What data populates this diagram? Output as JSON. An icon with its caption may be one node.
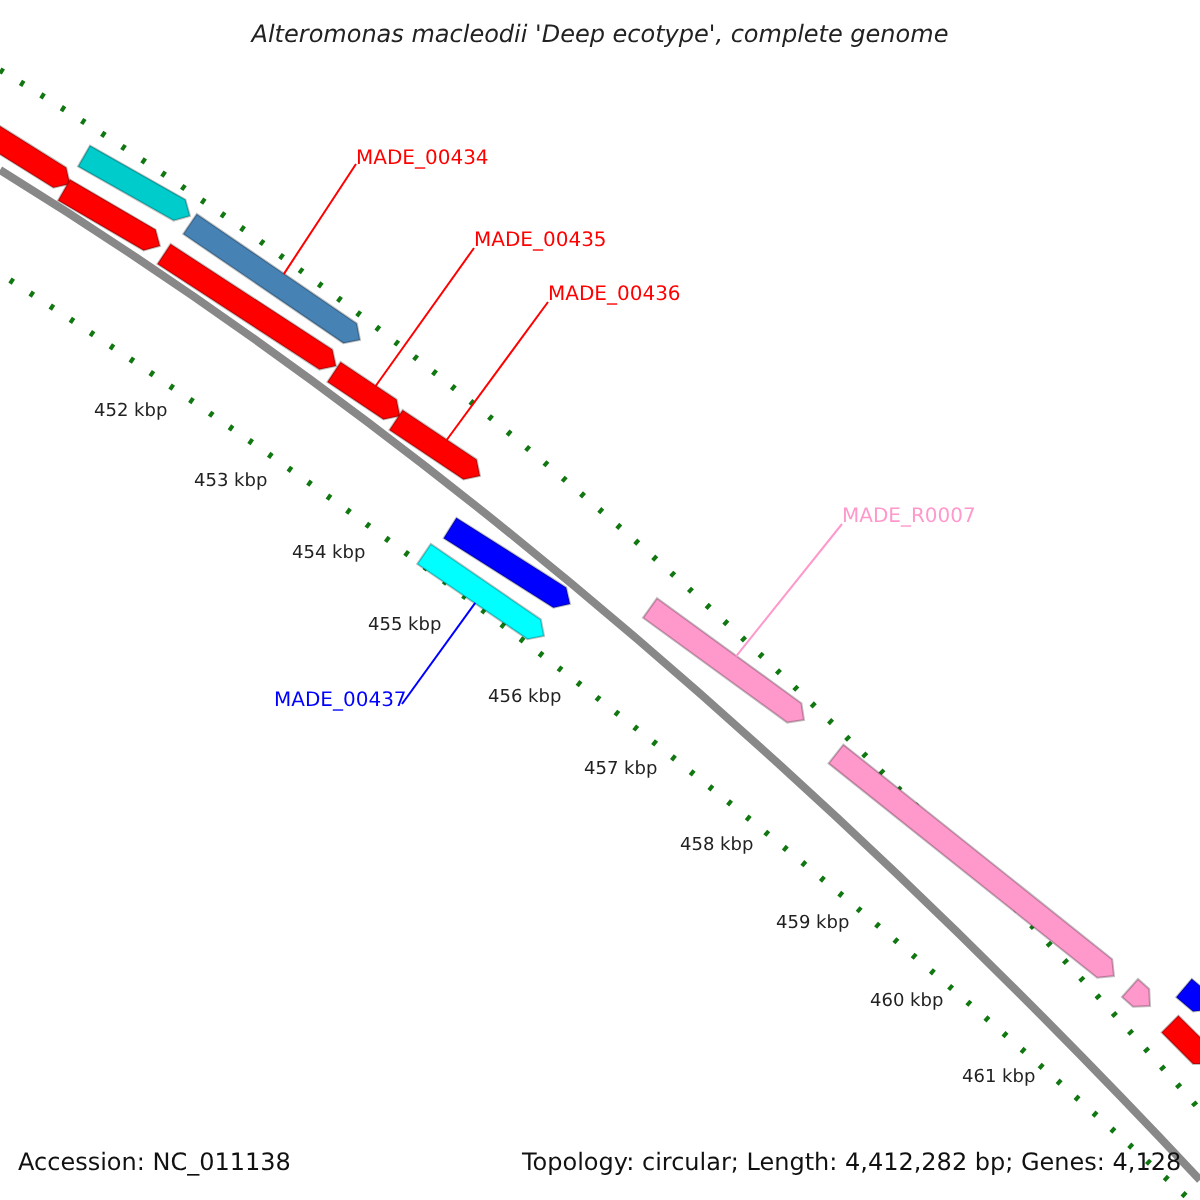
{
  "diagram": {
    "title": "Alteromonas macleodii 'Deep ecotype', complete genome",
    "nodes": [
      {
        "text": [],
        "shape": "bar"
      },
      {
        "text": [],
        "shape": "bar"
      },
      {
        "text": [],
        "shape": "bar"
      },
      {
        "text": [
          "MADE_00434"
        ]
      },
      {
        "text": [],
        "shape": "bar"
      },
      {
        "text": [],
        "shape": "bar"
      },
      {
        "text": [
          "MADE_00435"
        ]
      },
      {
        "text": [],
        "shape": "bar"
      },
      {
        "text": [
          "MADE_00436"
        ]
      },
      {
        "text": [],
        "shape": "bar"
      },
      {
        "text": [],
        "shape": "bar"
      },
      {
        "text": [
          "MADE_00437"
        ]
      },
      {
        "text": [],
        "shape": "bar"
      },
      {
        "text": [
          "MADE_R0007"
        ]
      },
      {
        "text": [],
        "shape": "bar"
      },
      {
        "text": [],
        "shape": "bar"
      },
      {
        "text": [],
        "shape": "bar"
      },
      {
        "text": [],
        "shape": "bar"
      },
      {
        "text": [],
        "shape": "bar"
      }
    ],
    "edges": [
      {
        "from": 3,
        "to": 4,
        "arrow": "none"
      },
      {
        "from": 6,
        "to": 7,
        "arrow": "none"
      },
      {
        "from": 8,
        "to": 9,
        "arrow": "none"
      },
      {
        "from": 13,
        "to": 14,
        "arrow": "none",
        "color": "#ff99cc"
      },
      {
        "from": 11,
        "to": 12,
        "arrow": "none",
        "color": "#0000ff"
      }
    ],
    "labels": [
      "452 kbp",
      "453 kbp",
      "454 kbp",
      "455 kbp",
      "456 kbp",
      "457 kbp",
      "458 kbp",
      "459 kbp",
      "460 kbp",
      "461 kbp",
      "Accession: NC_011138",
      "Topology: circular; Length: 4,412,282 bp; Genes: 4,128"
    ]
  }
}
